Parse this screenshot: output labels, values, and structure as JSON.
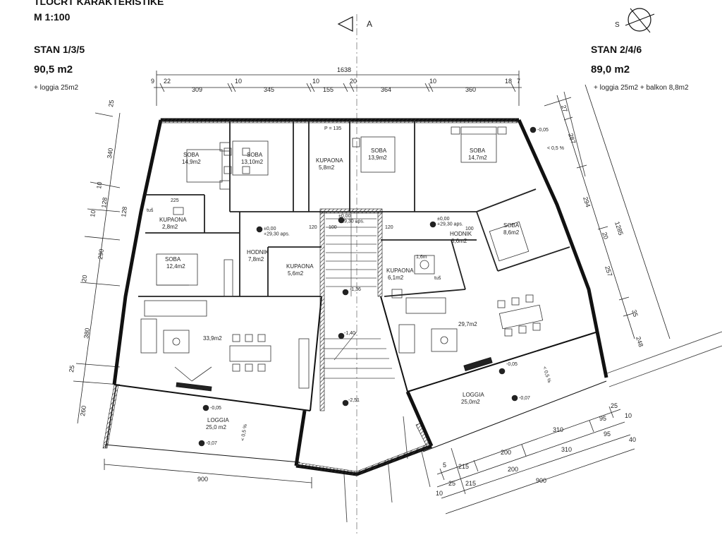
{
  "header": {
    "cut_title": "TLOCRT KARAKTERISTIKE",
    "scale": "M 1:100",
    "section_mark": "A"
  },
  "left_unit": {
    "name": "STAN 1/3/5",
    "area": "90,5 m2",
    "extra": "+ loggia 25m2"
  },
  "right_unit": {
    "name": "STAN 2/4/6",
    "area": "89,0 m2",
    "extra": "+ loggia 25m2 + balkon 8,8m2"
  },
  "north": {
    "label": "S"
  },
  "dims_top": {
    "total": "1638",
    "segments": [
      "9",
      "22",
      "309",
      "10",
      "345",
      "10",
      "155",
      "20",
      "364",
      "10",
      "360",
      "18",
      "7"
    ]
  },
  "dims_left": [
    "25",
    "340",
    "10",
    "128",
    "10",
    "128",
    "290",
    "20",
    "380",
    "25",
    "260"
  ],
  "dims_right": [
    "27",
    "287",
    "294",
    "20",
    "1285",
    "257",
    "35",
    "248"
  ],
  "dims_bottom_left": "900",
  "dims_bottom_right": {
    "row1": [
      "25",
      "95",
      "10"
    ],
    "row2": [
      "310",
      "95",
      "40"
    ],
    "row3": [
      "215",
      "200",
      "310"
    ],
    "row4": [
      "215",
      "200"
    ],
    "small": [
      "5",
      "25",
      "10"
    ],
    "total": "900"
  },
  "rooms_left": [
    {
      "name": "SOBA",
      "area": "14,9m2"
    },
    {
      "name": "SOBA",
      "area": "13,10m2"
    },
    {
      "name": "KUPAONA",
      "area": "5,8m2"
    },
    {
      "name": "KUPAONA",
      "area": "2,8m2"
    },
    {
      "name": "HODNIK",
      "area": "7,8m2"
    },
    {
      "name": "KUPAONA",
      "area": "5,6m2"
    },
    {
      "name": "SOBA",
      "area": "12,4m2"
    },
    {
      "name": "",
      "area": "33,9m2"
    },
    {
      "name": "LOGGIA",
      "area": "25,0 m2"
    }
  ],
  "rooms_right": [
    {
      "name": "SOBA",
      "area": "13,9m2"
    },
    {
      "name": "SOBA",
      "area": "14,7m2"
    },
    {
      "name": "SOBA",
      "area": "8,6m2"
    },
    {
      "name": "HODNIK",
      "area": "8,6m2"
    },
    {
      "name": "KUPAONA",
      "area": "6,1m2"
    },
    {
      "name": "",
      "area": "29,7m2"
    },
    {
      "name": "LOGGIA",
      "area": "25,0m2"
    }
  ],
  "levels": {
    "entry_left": "±0,00\n+29,30 aps.",
    "entry_right": "±0,00\n+29,30 aps.",
    "stair_top": "±0,00\n+29,30 aps.",
    "stair_mid": "-1,36",
    "stair_low": "-1,40",
    "stair_bottom": "-2,51",
    "loggia_left_1": "-0,05",
    "loggia_left_2": "-0,07",
    "loggia_right_1": "-0,05",
    "loggia_right_2": "-0,07",
    "corner_right": "-0,05"
  },
  "slopes": {
    "left": "< 0,5 %",
    "right": "< 0,5 %",
    "corner": "< 0,5 %"
  },
  "misc": {
    "tus_left": "tuš",
    "tus_right": "tuš",
    "door_225": "225",
    "door_p135": "P = 135",
    "d120a": "120",
    "d100a": "100",
    "d120b": "120",
    "d100b": "100",
    "d16": "1,6m"
  }
}
